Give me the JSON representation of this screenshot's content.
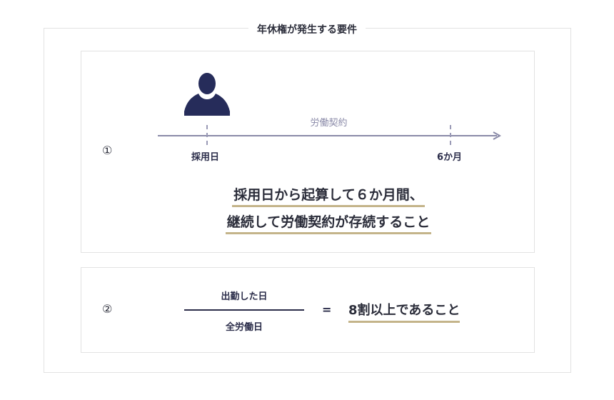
{
  "title": "年休権が発生する要件",
  "requirement1": {
    "marker": "①",
    "contract_label": "労働契約",
    "start_label": "採用日",
    "end_label": "6か月",
    "statement_line1": "採用日から起算して６か月間、",
    "statement_line2": "継続して労働契約が存続すること"
  },
  "requirement2": {
    "marker": "②",
    "numerator": "出勤した日",
    "denominator": "全労働日",
    "equals": "=",
    "result": "8割以上であること"
  },
  "colors": {
    "navy": "#262c5a",
    "timeline": "#8a8aa8",
    "underline_gold": "#c4b48a"
  }
}
